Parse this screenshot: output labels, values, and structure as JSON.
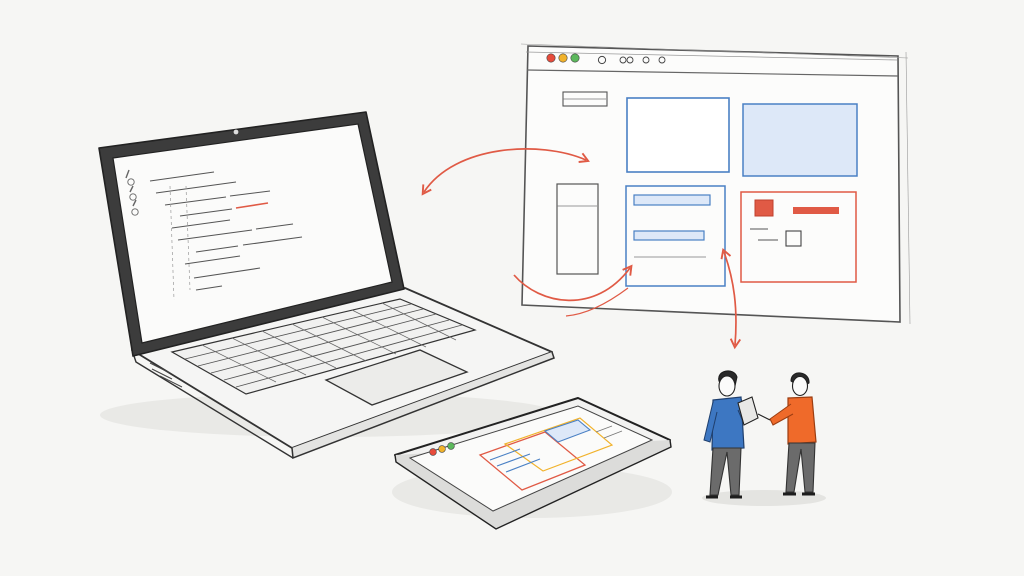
{
  "palette": {
    "paper": "#f6f6f4",
    "ink": "#2f2f2f",
    "pencil": "#8f8f8f",
    "accent_red": "#e05a45",
    "accent_blue": "#4a80c4",
    "accent_blue_fill": "#dde8f8",
    "accent_orange": "#ef6a2a",
    "traffic_red": "#e74c3c",
    "traffic_yellow": "#f1b22b",
    "traffic_green": "#5cb85c"
  },
  "scene": {
    "laptop": {
      "icon": "laptop-icon",
      "screen_content": "code-lines"
    },
    "browser_window": {
      "icon": "browser-window-icon",
      "layout": "wireframe-grid"
    },
    "tablet": {
      "icon": "tablet-icon",
      "screen_content": "wireframe"
    },
    "people": [
      {
        "icon": "person-icon",
        "shirt": "blue",
        "holding": "tablet"
      },
      {
        "icon": "person-icon",
        "shirt": "orange",
        "pointing": true
      }
    ],
    "connectors": [
      "double-headed-arrow",
      "curved-arrow",
      "vertical-double-arrow"
    ]
  }
}
